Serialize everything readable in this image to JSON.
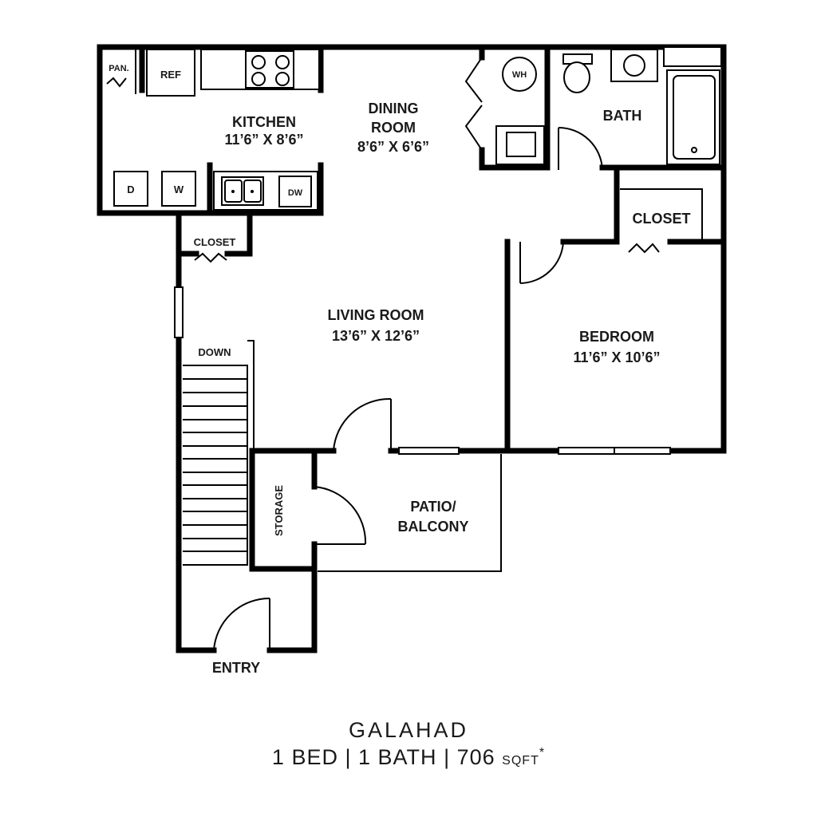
{
  "rooms": {
    "pantry": "PAN.",
    "ref": "REF",
    "kitchen_name": "KITCHEN",
    "kitchen_size": "11’6” X 8’6”",
    "dining_name_1": "DINING",
    "dining_name_2": "ROOM",
    "dining_size": "8’6” X 6’6”",
    "water_heater": "WH",
    "bath": "BATH",
    "dryer": "D",
    "washer": "W",
    "dishwasher": "DW",
    "closet_entry": "CLOSET",
    "closet_bedroom": "CLOSET",
    "living_name": "LIVING ROOM",
    "living_size": "13’6” X 12’6”",
    "bedroom_name": "BEDROOM",
    "bedroom_size": "11’6” X 10’6”",
    "stairs": "DOWN",
    "storage": "STORAGE",
    "patio_1": "PATIO/",
    "patio_2": "BALCONY",
    "entry": "ENTRY"
  },
  "plan": {
    "name": "GALAHAD",
    "beds": "1 BED",
    "sep": "|",
    "baths": "1 BATH",
    "area": "706",
    "unit": "SQFT",
    "asterisk": "*"
  }
}
